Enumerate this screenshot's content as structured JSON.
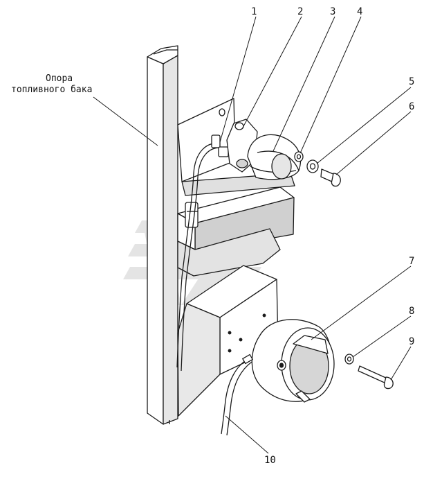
{
  "caption": {
    "line1": "Опора",
    "line2": "топливного бака"
  },
  "callouts": [
    "1",
    "2",
    "3",
    "4",
    "5",
    "6",
    "7",
    "8",
    "9",
    "10"
  ],
  "colors": {
    "line": "#1a1a1a",
    "fill_light": "#ffffff",
    "fill_mid": "#d9d9d9",
    "fill_dark": "#bdbdbd",
    "watermark": "#cfcfcf"
  },
  "icons": {
    "watermark": "manufacturer-logo-watermark"
  }
}
